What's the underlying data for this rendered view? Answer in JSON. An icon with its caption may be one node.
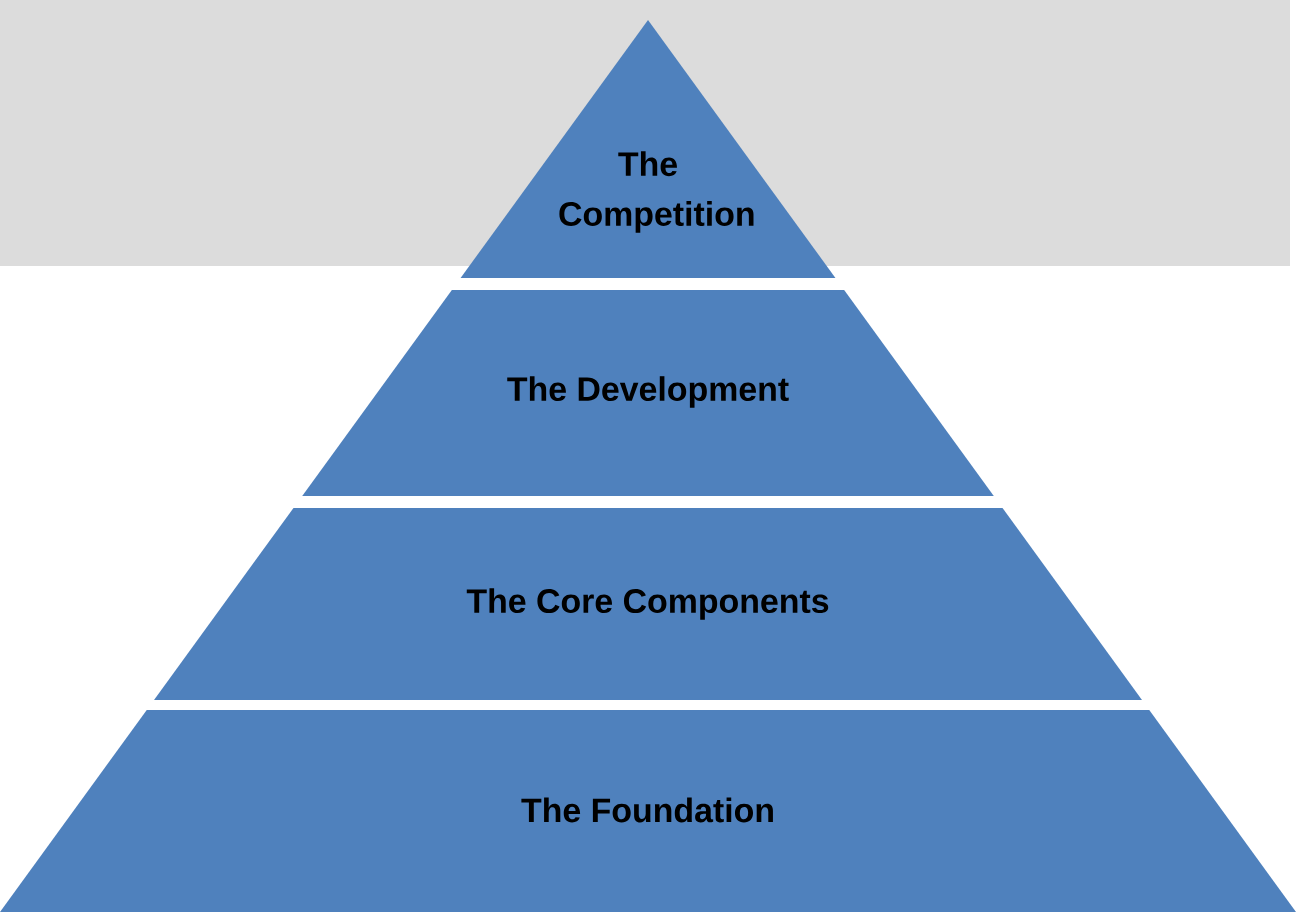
{
  "diagram": {
    "nodes": [
      {
        "text": [
          "The Competition"
        ]
      },
      {
        "text": [
          "The Development"
        ]
      },
      {
        "text": [
          "The Core Components"
        ]
      },
      {
        "text": [
          "The Foundation"
        ]
      }
    ]
  }
}
